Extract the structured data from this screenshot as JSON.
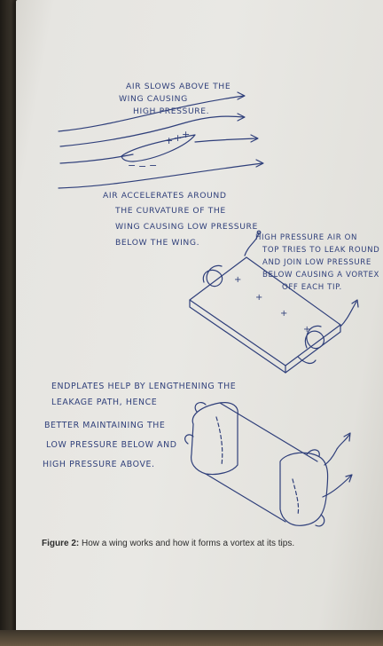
{
  "annotations": {
    "high_pressure_top": [
      "AIR SLOWS ABOVE THE",
      "WING CAUSING",
      "HIGH PRESSURE."
    ],
    "low_pressure_below": [
      "AIR ACCELERATES AROUND",
      "THE CURVATURE OF THE",
      "WING CAUSING LOW PRESSURE",
      "BELOW THE WING."
    ],
    "vortex_note": [
      "HIGH PRESSURE AIR ON",
      "TOP TRIES TO LEAK ROUND",
      "AND JOIN LOW PRESSURE",
      "BELOW CAUSING A VORTEX",
      "OFF EACH TIP."
    ],
    "endplate_note": [
      "ENDPLATES HELP BY LENGTHENING THE",
      "LEAKAGE PATH, HENCE",
      "BETTER MAINTAINING THE",
      "LOW PRESSURE BELOW AND",
      "HIGH PRESSURE ABOVE."
    ],
    "plus_sign": "+",
    "minus_sign": "−"
  },
  "caption": {
    "label": "Figure 2:",
    "text": "How a wing works and how it forms a vortex at its tips."
  },
  "colors": {
    "ink": "#2f3f7a",
    "paper": "#e8e7e3"
  }
}
